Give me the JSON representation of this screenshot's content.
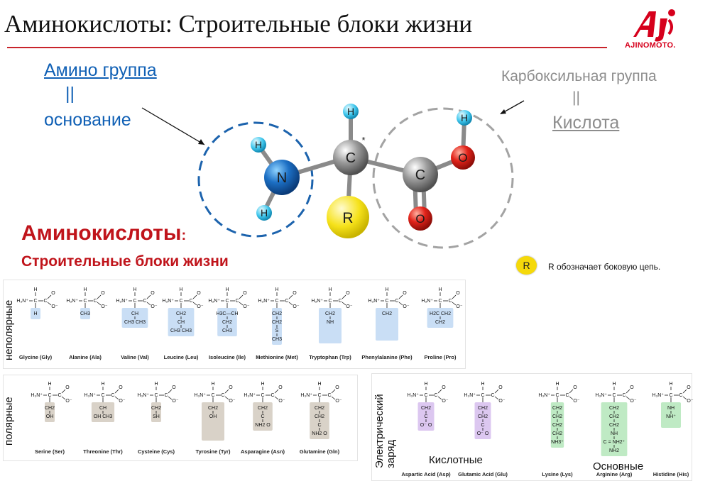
{
  "title": "Аминокислоты: Строительные блоки жизни",
  "logo": {
    "word": "AJINOMOTO.",
    "brand_color": "#d6001c"
  },
  "amino_group": {
    "title": "Амино группа",
    "eq": "||",
    "meaning": "основание",
    "color": "#1060b5"
  },
  "carboxyl_group": {
    "title": "Карбоксильная группа",
    "eq": "||",
    "meaning": "Кислота",
    "color": "#8d8d8d"
  },
  "molecule": {
    "atoms": {
      "n": "N",
      "c_alpha": "C",
      "c_carboxyl": "C",
      "o_hydroxyl": "O",
      "o_double": "O",
      "r": "R",
      "h": "H"
    },
    "chiral_mark": "*"
  },
  "heading": {
    "main": "Аминокислоты",
    "colon": ":",
    "sub": "Строительные блоки жизни",
    "color": "#c0141b"
  },
  "r_legend": {
    "badge": "R",
    "text": "R обозначает боковую цепь."
  },
  "groups": {
    "nonpolar": "неполярные",
    "polar": "полярные",
    "charged": "Электрический заряд",
    "acidic": "Кислотные",
    "basic": "Основные"
  },
  "backbone": {
    "amine": "H₃N⁺",
    "h": "H",
    "c": "C",
    "o": "O",
    "o_minus": "O⁻"
  },
  "colors": {
    "nonpolar": "#c9def5",
    "polar": "#d9d2c8",
    "acidic": "#dcc7f0",
    "basic": "#bfeac4"
  },
  "amino_acids": {
    "nonpolar": [
      {
        "name": "Glycine (Gly)",
        "side": [
          "H"
        ]
      },
      {
        "name": "Alanine (Ala)",
        "side": [
          "CH3"
        ]
      },
      {
        "name": "Valine (Val)",
        "side": [
          "CH",
          "CH3  CH3"
        ]
      },
      {
        "name": "Leucine (Leu)",
        "side": [
          "CH2",
          "CH",
          "CH3  CH3"
        ]
      },
      {
        "name": "Isoleucine (Ile)",
        "side": [
          "H3C—CH",
          "CH2",
          "CH3"
        ]
      },
      {
        "name": "Methionine (Met)",
        "side": [
          "CH2",
          "CH2",
          "S",
          "CH3"
        ]
      },
      {
        "name": "Tryptophan (Trp)",
        "side": [
          "CH2",
          "NH"
        ]
      },
      {
        "name": "Phenylalanine (Phe)",
        "side": [
          "CH2"
        ]
      },
      {
        "name": "Proline (Pro)",
        "side": [
          "H2C  CH2",
          "CH2"
        ]
      }
    ],
    "polar": [
      {
        "name": "Serine (Ser)",
        "side": [
          "CH2",
          "OH"
        ]
      },
      {
        "name": "Threonine (Thr)",
        "side": [
          "CH",
          "OH  CH3"
        ]
      },
      {
        "name": "Cysteine (Cys)",
        "side": [
          "CH2",
          "SH"
        ]
      },
      {
        "name": "Tyrosine (Tyr)",
        "side": [
          "CH2",
          "OH"
        ]
      },
      {
        "name": "Asparagine (Asn)",
        "side": [
          "CH2",
          "C",
          "NH2  O"
        ]
      },
      {
        "name": "Glutamine (Gln)",
        "side": [
          "CH2",
          "CH2",
          "C",
          "NH2  O"
        ]
      }
    ],
    "acidic": [
      {
        "name": "Aspartic Acid (Asp)",
        "side": [
          "CH2",
          "C",
          "O⁻  O"
        ]
      },
      {
        "name": "Glutamic Acid (Glu)",
        "side": [
          "CH2",
          "CH2",
          "C",
          "O⁻  O"
        ]
      }
    ],
    "basic": [
      {
        "name": "Lysine (Lys)",
        "side": [
          "CH2",
          "CH2",
          "CH2",
          "CH2",
          "NH3⁺"
        ]
      },
      {
        "name": "Arginine (Arg)",
        "side": [
          "CH2",
          "CH2",
          "CH2",
          "NH",
          "C = NH2⁺",
          "NH2"
        ]
      },
      {
        "name": "Histidine (His)",
        "side": [
          "NH",
          "NH⁺"
        ]
      }
    ]
  }
}
